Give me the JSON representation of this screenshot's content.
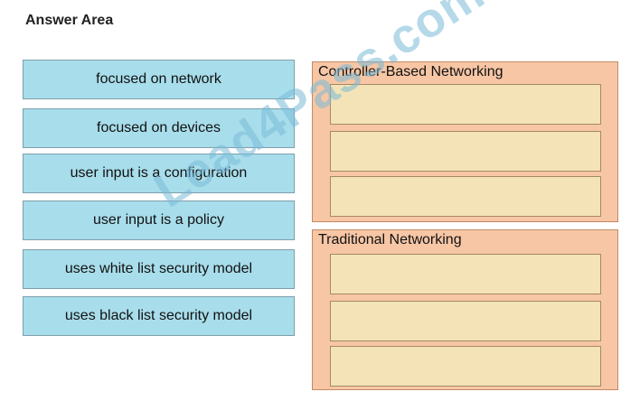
{
  "header": {
    "title": "Answer Area"
  },
  "answers": [
    "focused on network",
    "focused on devices",
    "user input is a configuration",
    "user input is a policy",
    "uses white list security model",
    "uses black list security model"
  ],
  "targets": [
    {
      "label": "Controller-Based Networking",
      "slots": 3
    },
    {
      "label": "Traditional Networking",
      "slots": 3
    }
  ],
  "watermark": "Lead4Pass.com",
  "colors": {
    "answer_fill": "#a8ddeb",
    "target_fill": "#f7c6a5",
    "slot_fill": "#f3e3b7"
  }
}
